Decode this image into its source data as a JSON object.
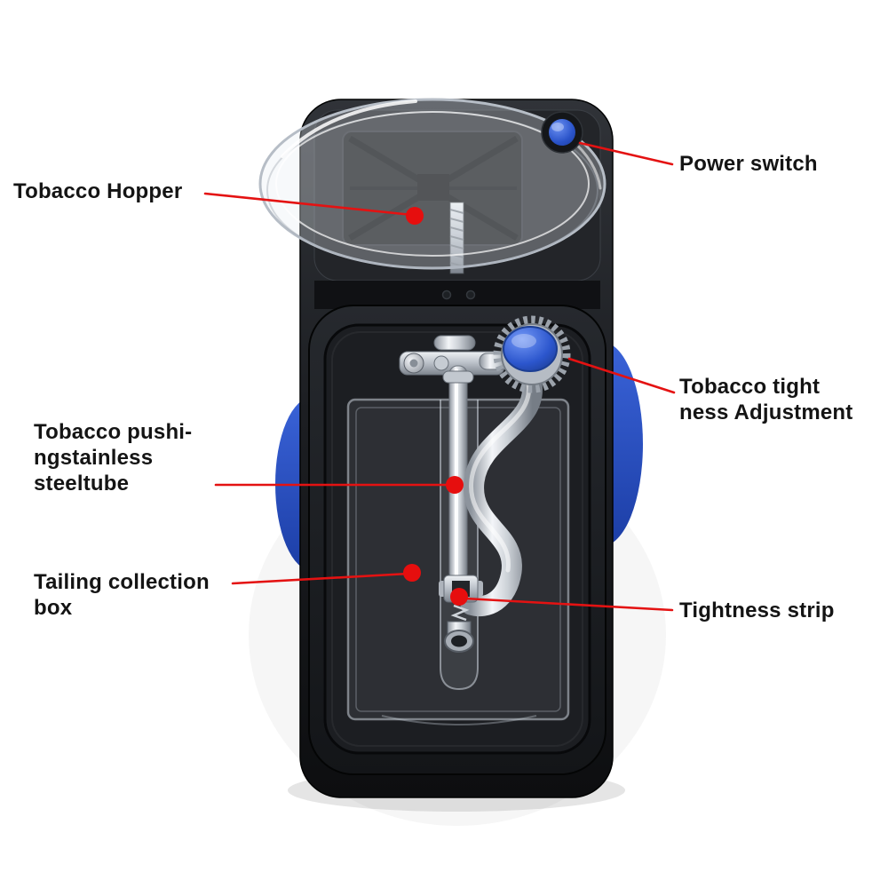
{
  "annotations": [
    {
      "id": "tobacco-hopper",
      "lines": [
        "Tobacco Hopper"
      ]
    },
    {
      "id": "power-switch",
      "lines": [
        "Power switch"
      ]
    },
    {
      "id": "tightness-adjustment",
      "lines": [
        "Tobacco tight",
        "ness Adjustment"
      ]
    },
    {
      "id": "pushing-tube",
      "lines": [
        "Tobacco pushi-",
        "ngstainless",
        "steeltube"
      ]
    },
    {
      "id": "tailing-box",
      "lines": [
        "Tailing collection",
        "box"
      ]
    },
    {
      "id": "tightness-strip",
      "lines": [
        "Tightness strip"
      ]
    }
  ],
  "colors": {
    "annotation_red": "#e41212",
    "pointer_dot_red": "#e60e0e",
    "accent_blue": "#2b5fd9",
    "power_button_blue": "#2450c4",
    "machine_body_dark": "#17191c",
    "chrome_silver": "#d7dbe1",
    "background": "#ffffff"
  }
}
